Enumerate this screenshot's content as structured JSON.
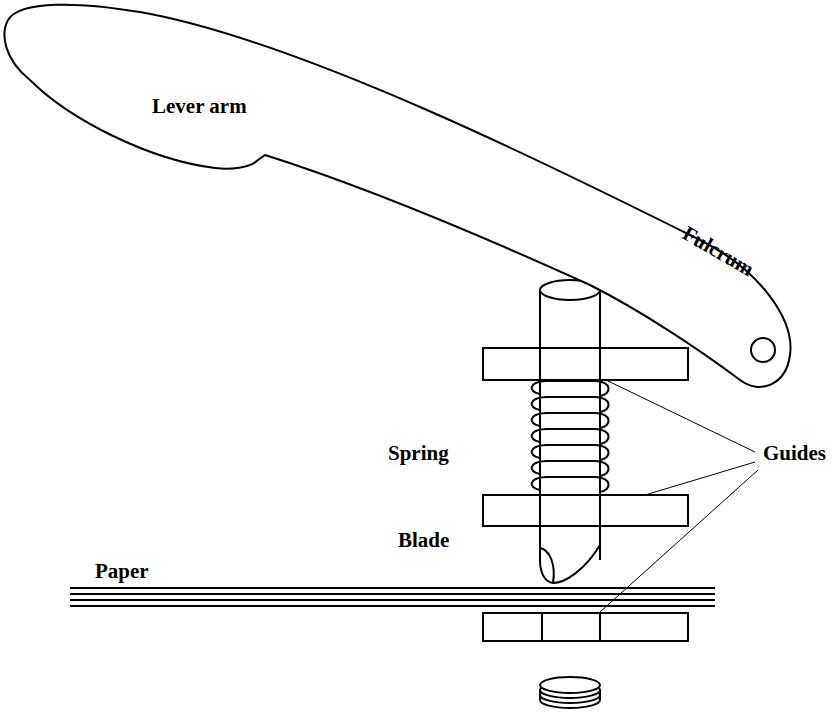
{
  "diagram": {
    "nodes": [
      {
        "text": [
          "Lever arm"
        ]
      }
    ],
    "labels": [
      "Fulcrum",
      "Spring",
      "Blade",
      "Paper",
      "Guides"
    ]
  }
}
